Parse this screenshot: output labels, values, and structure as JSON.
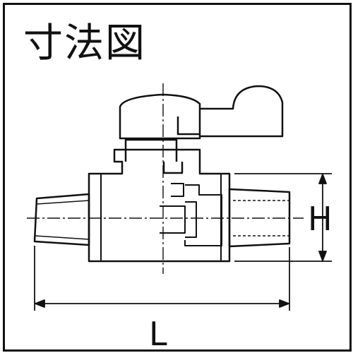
{
  "title": "寸法図",
  "dimensions": {
    "height_label": "H",
    "length_label": "L"
  },
  "colors": {
    "line": "#111111",
    "background": "#ffffff"
  }
}
